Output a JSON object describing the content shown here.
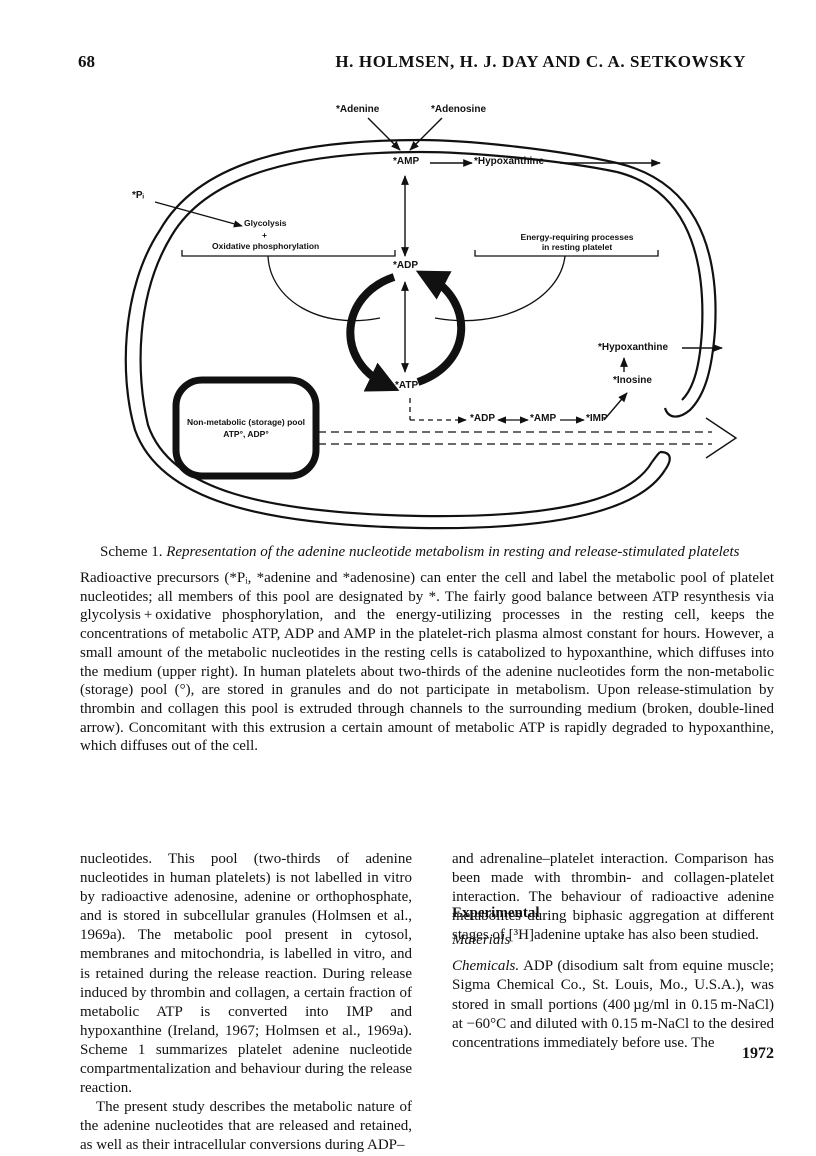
{
  "header": {
    "page_number": "68",
    "authors": "H. HOLMSEN, H. J. DAY AND C. A. SETKOWSKY"
  },
  "scheme": {
    "labels": {
      "adenine": "*Adenine",
      "adenosine": "*Adenosine",
      "amp": "*AMP",
      "hypoxanthine_top": "*Hypoxanthine",
      "pi": "*Pᵢ",
      "glycolysis": "Glycolysis",
      "plus": "+",
      "oxidative": "Oxidative phosphorylation",
      "energy_1": "Energy-requiring processes",
      "energy_2": "in resting platelet",
      "adp": "*ADP",
      "atp": "*ATP",
      "hypoxanthine_right": "*Hypoxanthine",
      "inosine": "*Inosine",
      "pool_1": "Non-metabolic (storage) pool",
      "pool_2": "ATP°, ADP°",
      "chain_adp": "*ADP",
      "chain_amp": "*AMP",
      "chain_imp": "*IMP"
    }
  },
  "caption": {
    "prefix": "Scheme 1.",
    "title": "Representation of the adenine nucleotide metabolism in resting and release-stimulated platelets"
  },
  "legend": "Radioactive precursors (*Pᵢ, *adenine and *adenosine) can enter the cell and label the metabolic pool of platelet nucleotides; all members of this pool are designated by *. The fairly good balance between ATP resynthesis via glycolysis + oxidative phosphorylation, and the energy-utilizing processes in the resting cell, keeps the concentrations of metabolic ATP, ADP and AMP in the platelet-rich plasma almost constant for hours. However, a small amount of the metabolic nucleotides in the resting cells is catabolized to hypoxanthine, which diffuses into the medium (upper right). In human platelets about two-thirds of the adenine nucleotides form the non-metabolic (storage) pool (°), are stored in granules and do not participate in metabolism. Upon release-stimulation by thrombin and collagen this pool is extruded through channels to the surrounding medium (broken, double-lined arrow). Concomitant with this extrusion a certain amount of metabolic ATP is rapidly degraded to hypoxanthine, which diffuses out of the cell.",
  "left_column": {
    "p1": "nucleotides. This pool (two-thirds of adenine nucleotides in human platelets) is not labelled in vitro by radioactive adenosine, adenine or orthophosphate, and is stored in subcellular granules (Holmsen et al., 1969a). The metabolic pool present in cytosol, membranes and mitochondria, is labelled in vitro, and is retained during the release reaction. During release induced by thrombin and collagen, a certain fraction of metabolic ATP is converted into IMP and hypoxanthine (Ireland, 1967; Holmsen et al., 1969a). Scheme 1 summarizes platelet adenine nucleotide compartmentalization and behaviour during the release reaction.",
    "p2": "The present study describes the metabolic nature of the adenine nucleotides that are released and retained, as well as their intracellular conversions during ADP–"
  },
  "right_column": {
    "p1": "and adrenaline–platelet interaction. Comparison has been made with thrombin- and collagen-platelet interaction. The behaviour of radioactive adenine metabolites during biphasic aggregation at different stages of [³H]adenine uptake has also been studied.",
    "section": "Experimental",
    "subsection": "Materials",
    "chem_label": "Chemicals.",
    "chem_text": "ADP (disodium salt from equine muscle; Sigma Chemical Co., St. Louis, Mo., U.S.A.), was stored in small portions (400 µg/ml in 0.15 m-NaCl) at −60°C and diluted with 0.15 m-NaCl to the desired concentrations immediately before use. The"
  },
  "footer": {
    "year": "1972"
  }
}
